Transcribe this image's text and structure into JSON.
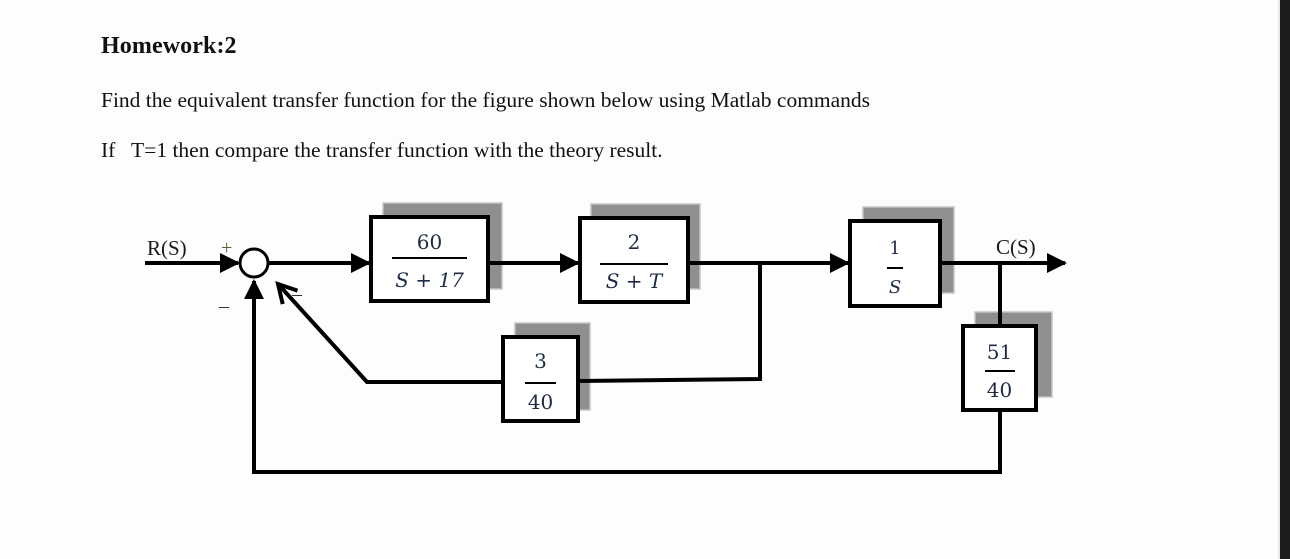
{
  "document": {
    "title": "Homework:2",
    "paragraphs": [
      "Find the equivalent transfer function for the figure shown below using Matlab commands",
      "If   T=1 then compare the transfer function with the theory result."
    ]
  },
  "diagram": {
    "input_label": "R(S)",
    "output_label": "C(S)",
    "summing_junction": {
      "signs": {
        "input": "+",
        "bottom": "–",
        "diagonal": "–"
      }
    },
    "blocks": [
      {
        "id": "g1",
        "numerator": "60",
        "denominator": "S + 17"
      },
      {
        "id": "g2",
        "numerator": "2",
        "denominator": "S + T"
      },
      {
        "id": "g3",
        "numerator": "1",
        "denominator": "S"
      },
      {
        "id": "h1",
        "numerator": "3",
        "denominator": "40"
      },
      {
        "id": "h2",
        "numerator": "51",
        "denominator": "40"
      }
    ]
  },
  "colors": {
    "line": "#000000",
    "shadow": "#8f8f8f",
    "shadow_border": "#c4c4c4",
    "math_text": "#1f2a44",
    "side_bar": "#1c1c1e"
  }
}
